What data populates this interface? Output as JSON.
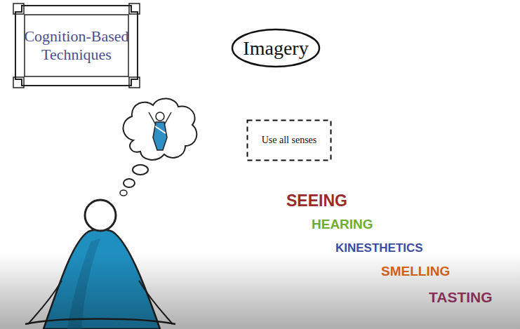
{
  "diagram": {
    "nodes": [
      {
        "text": [
          "Cognition-Based Techniques"
        ]
      },
      {
        "text": [
          "Imagery"
        ]
      },
      {
        "text": [
          "Use all senses"
        ]
      }
    ],
    "labels": [
      "SEEING",
      "HEARING",
      "KINESTHETICS",
      "SMELLING",
      "TASTING"
    ]
  }
}
